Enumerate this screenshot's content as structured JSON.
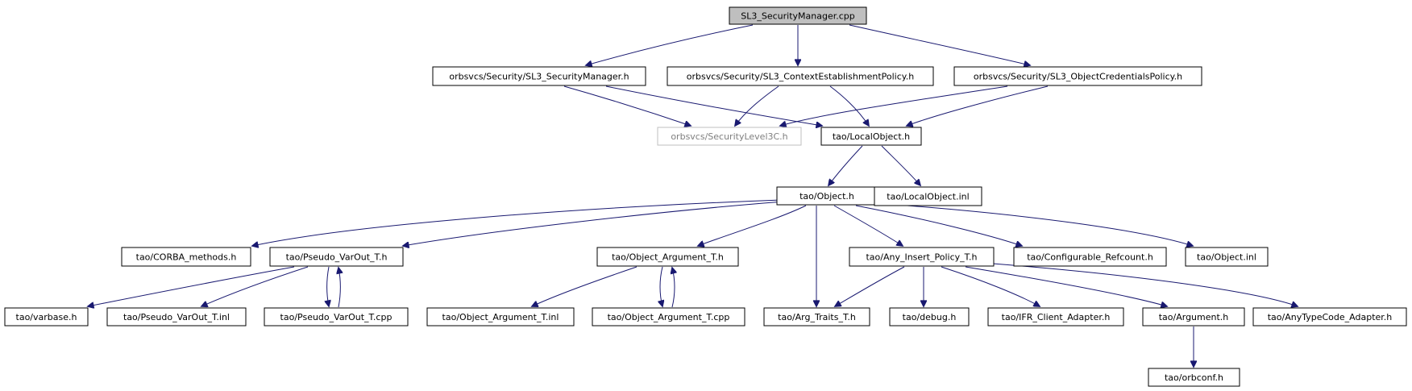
{
  "graph": {
    "type": "include-dependency-graph",
    "colors": {
      "edge": "#191970",
      "root_fill": "#bfbfbf",
      "node_fill": "#ffffff",
      "node_border": "#000000",
      "external_border": "#bfbfbf",
      "external_text": "#7f7f7f"
    },
    "nodes": [
      {
        "id": "sl3_securitymanager_cpp",
        "label": "SL3_SecurityManager.cpp",
        "root": true
      },
      {
        "id": "sl3_securitymanager_h",
        "label": "orbsvcs/Security/SL3_SecurityManager.h"
      },
      {
        "id": "sl3_contextestablishmentpolicy_h",
        "label": "orbsvcs/Security/SL3_ContextEstablishmentPolicy.h"
      },
      {
        "id": "sl3_objectcredentialspolicy_h",
        "label": "orbsvcs/Security/SL3_ObjectCredentialsPolicy.h"
      },
      {
        "id": "securitylevel3c_h",
        "label": "orbsvcs/SecurityLevel3C.h",
        "external": true
      },
      {
        "id": "localobject_h",
        "label": "tao/LocalObject.h"
      },
      {
        "id": "object_h",
        "label": "tao/Object.h"
      },
      {
        "id": "localobject_inl",
        "label": "tao/LocalObject.inl"
      },
      {
        "id": "corba_methods_h",
        "label": "tao/CORBA_methods.h"
      },
      {
        "id": "pseudo_varout_t_h",
        "label": "tao/Pseudo_VarOut_T.h"
      },
      {
        "id": "object_argument_t_h",
        "label": "tao/Object_Argument_T.h"
      },
      {
        "id": "any_insert_policy_t_h",
        "label": "tao/Any_Insert_Policy_T.h"
      },
      {
        "id": "configurable_refcount_h",
        "label": "tao/Configurable_Refcount.h"
      },
      {
        "id": "object_inl",
        "label": "tao/Object.inl"
      },
      {
        "id": "varbase_h",
        "label": "tao/varbase.h"
      },
      {
        "id": "pseudo_varout_t_inl",
        "label": "tao/Pseudo_VarOut_T.inl"
      },
      {
        "id": "pseudo_varout_t_cpp",
        "label": "tao/Pseudo_VarOut_T.cpp"
      },
      {
        "id": "object_argument_t_inl",
        "label": "tao/Object_Argument_T.inl"
      },
      {
        "id": "object_argument_t_cpp",
        "label": "tao/Object_Argument_T.cpp"
      },
      {
        "id": "arg_traits_t_h",
        "label": "tao/Arg_Traits_T.h"
      },
      {
        "id": "debug_h",
        "label": "tao/debug.h"
      },
      {
        "id": "ifr_client_adapter_h",
        "label": "tao/IFR_Client_Adapter.h"
      },
      {
        "id": "argument_h",
        "label": "tao/Argument.h"
      },
      {
        "id": "anytypecode_adapter_h",
        "label": "tao/AnyTypeCode_Adapter.h"
      },
      {
        "id": "orbconf_h",
        "label": "tao/orbconf.h"
      }
    ],
    "edges": [
      [
        "sl3_securitymanager_cpp",
        "sl3_securitymanager_h"
      ],
      [
        "sl3_securitymanager_cpp",
        "sl3_contextestablishmentpolicy_h"
      ],
      [
        "sl3_securitymanager_cpp",
        "sl3_objectcredentialspolicy_h"
      ],
      [
        "sl3_securitymanager_h",
        "securitylevel3c_h"
      ],
      [
        "sl3_securitymanager_h",
        "localobject_h"
      ],
      [
        "sl3_contextestablishmentpolicy_h",
        "securitylevel3c_h"
      ],
      [
        "sl3_contextestablishmentpolicy_h",
        "localobject_h"
      ],
      [
        "sl3_objectcredentialspolicy_h",
        "securitylevel3c_h"
      ],
      [
        "sl3_objectcredentialspolicy_h",
        "localobject_h"
      ],
      [
        "localobject_h",
        "object_h"
      ],
      [
        "localobject_h",
        "localobject_inl"
      ],
      [
        "object_h",
        "corba_methods_h"
      ],
      [
        "object_h",
        "pseudo_varout_t_h"
      ],
      [
        "object_h",
        "object_argument_t_h"
      ],
      [
        "object_h",
        "arg_traits_t_h"
      ],
      [
        "object_h",
        "any_insert_policy_t_h"
      ],
      [
        "object_h",
        "configurable_refcount_h"
      ],
      [
        "object_h",
        "object_inl"
      ],
      [
        "pseudo_varout_t_h",
        "varbase_h"
      ],
      [
        "pseudo_varout_t_h",
        "pseudo_varout_t_inl"
      ],
      [
        "pseudo_varout_t_h",
        "pseudo_varout_t_cpp"
      ],
      [
        "pseudo_varout_t_cpp",
        "pseudo_varout_t_h"
      ],
      [
        "object_argument_t_h",
        "object_argument_t_inl"
      ],
      [
        "object_argument_t_h",
        "object_argument_t_cpp"
      ],
      [
        "object_argument_t_cpp",
        "object_argument_t_h"
      ],
      [
        "any_insert_policy_t_h",
        "arg_traits_t_h"
      ],
      [
        "any_insert_policy_t_h",
        "debug_h"
      ],
      [
        "any_insert_policy_t_h",
        "ifr_client_adapter_h"
      ],
      [
        "any_insert_policy_t_h",
        "argument_h"
      ],
      [
        "any_insert_policy_t_h",
        "anytypecode_adapter_h"
      ],
      [
        "argument_h",
        "orbconf_h"
      ]
    ]
  }
}
